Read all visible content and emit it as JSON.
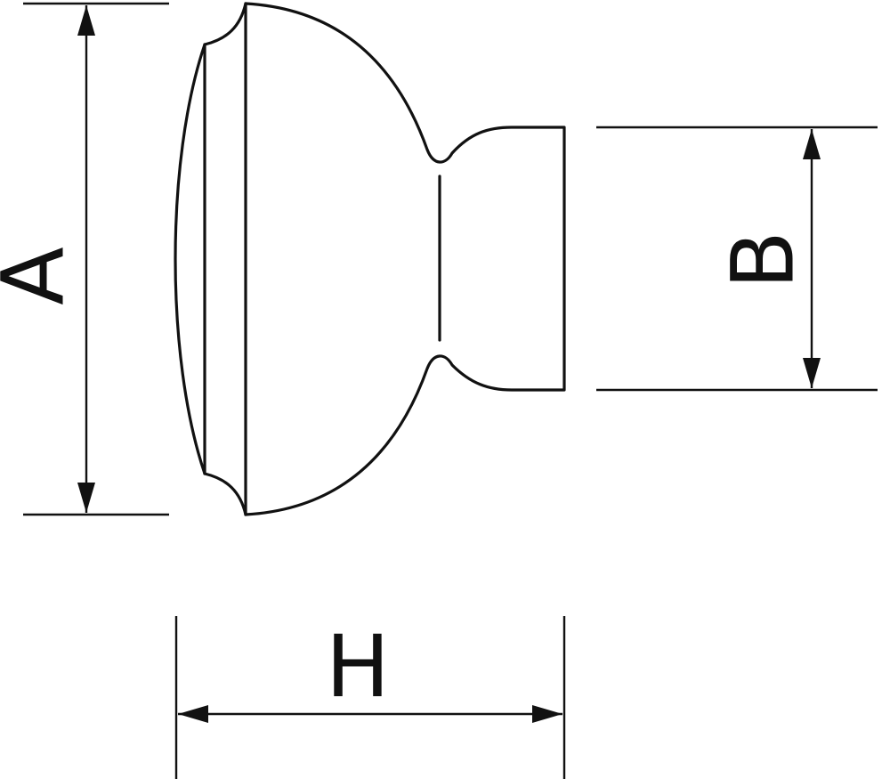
{
  "labels": {
    "a": "A",
    "b": "B",
    "h": "H"
  },
  "colors": {
    "line": "#111111",
    "background": "#ffffff"
  }
}
